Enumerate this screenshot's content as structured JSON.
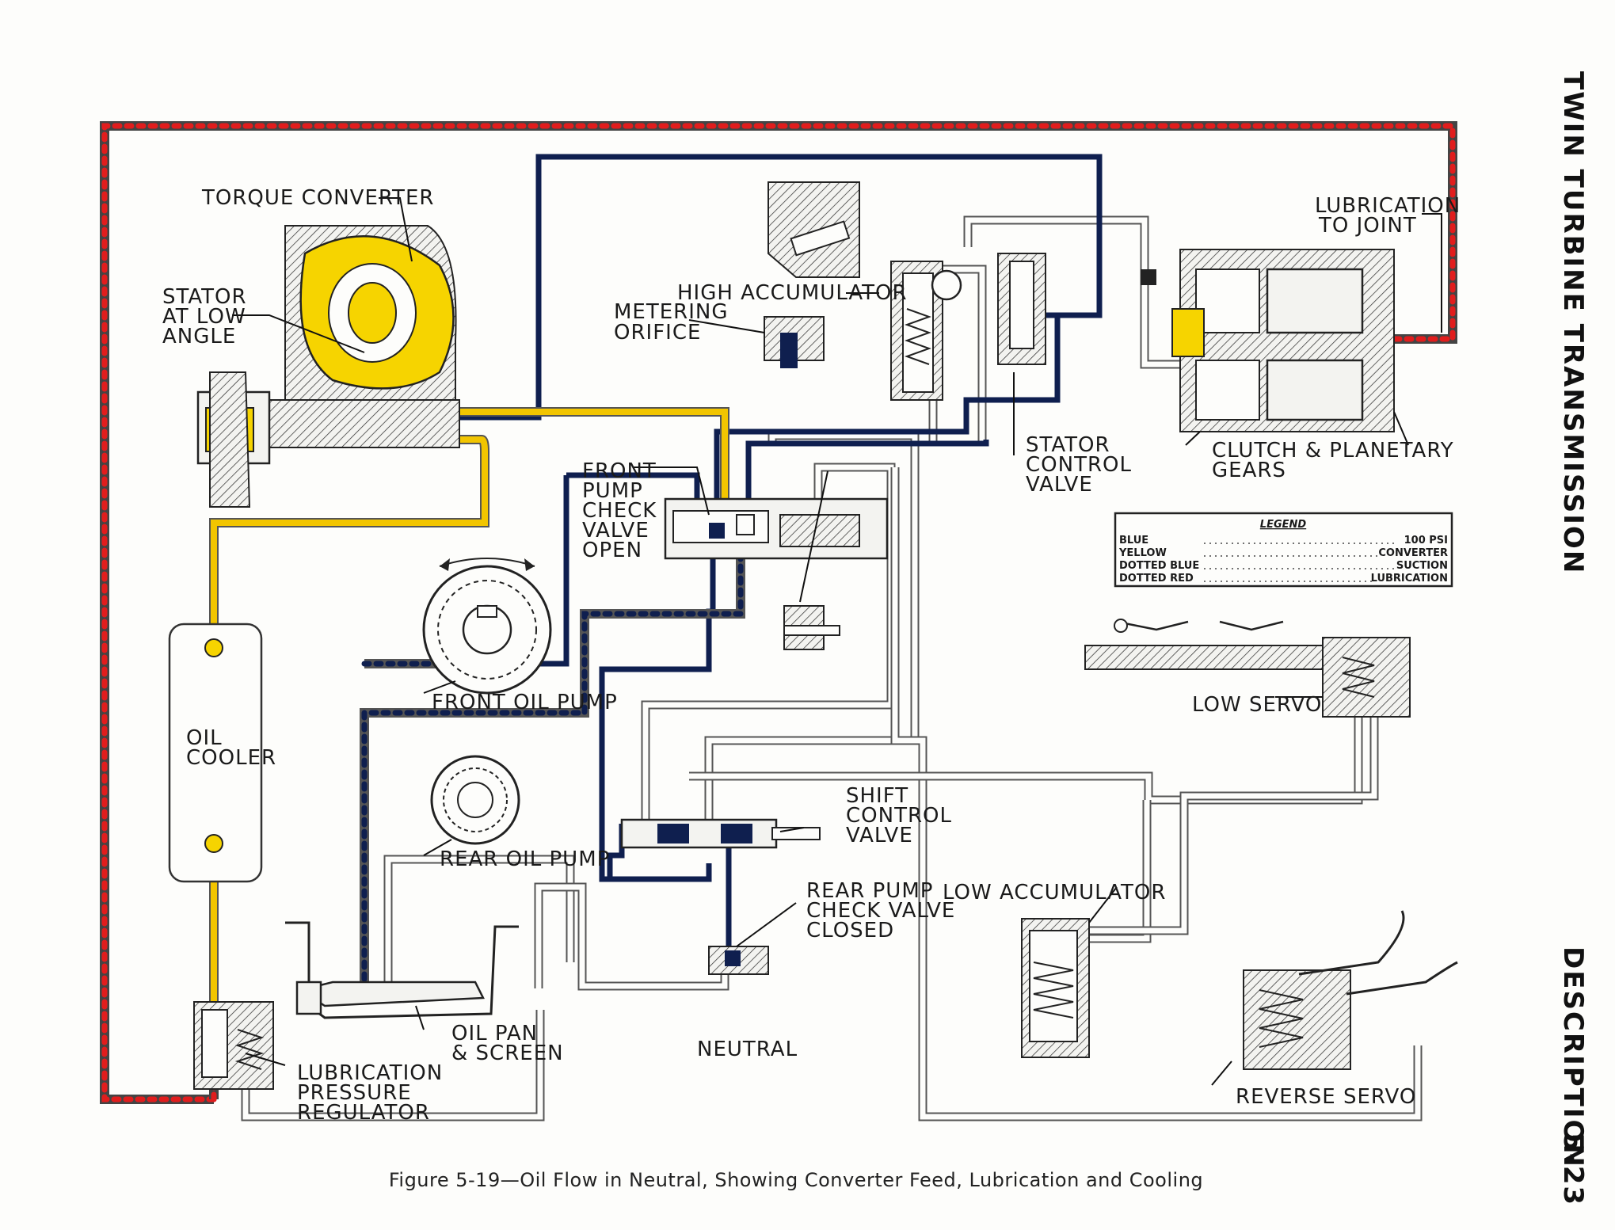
{
  "side_header": {
    "title": "TWIN TURBINE TRANSMISSION",
    "section": "DESCRIPTION",
    "page_number": "5-23"
  },
  "labels": {
    "torque_converter": "TORQUE CONVERTER",
    "stator_l1": "STATOR",
    "stator_l2": "AT LOW",
    "stator_l3": "ANGLE",
    "high_accumulator": "HIGH ACCUMULATOR",
    "metering_l1": "METERING",
    "metering_l2": "ORIFICE",
    "lubrication_joint_l1": "LUBRICATION",
    "lubrication_joint_l2": "TO JOINT",
    "stator_control_l1": "STATOR",
    "stator_control_l2": "CONTROL",
    "stator_control_l3": "VALVE",
    "clutch_l1": "CLUTCH & PLANETARY",
    "clutch_l2": "GEARS",
    "front_check_l1": "FRONT",
    "front_check_l2": "PUMP",
    "front_check_l3": "CHECK",
    "front_check_l4": "VALVE",
    "front_check_l5": "OPEN",
    "front_oil_pump": "FRONT OIL PUMP",
    "oil_cooler_l1": "OIL",
    "oil_cooler_l2": "COOLER",
    "low_servo": "LOW SERVO",
    "shift_control_l1": "SHIFT",
    "shift_control_l2": "CONTROL",
    "shift_control_l3": "VALVE",
    "rear_oil_pump": "REAR OIL PUMP",
    "rear_check_l1": "REAR PUMP",
    "rear_check_l2": "CHECK VALVE",
    "rear_check_l3": "CLOSED",
    "low_accumulator": "LOW ACCUMULATOR",
    "oil_pan_l1": "OIL PAN",
    "oil_pan_l2": "& SCREEN",
    "neutral": "NEUTRAL",
    "lub_reg_l1": "LUBRICATION",
    "lub_reg_l2": "PRESSURE",
    "lub_reg_l3": "REGULATOR",
    "reverse_servo": "REVERSE SERVO"
  },
  "legend": {
    "title": "LEGEND",
    "rows": [
      {
        "key": "BLUE",
        "value": "100 PSI"
      },
      {
        "key": "YELLOW",
        "value": "CONVERTER"
      },
      {
        "key": "DOTTED BLUE",
        "value": "SUCTION"
      },
      {
        "key": "DOTTED RED",
        "value": "LUBRICATION"
      }
    ]
  },
  "caption": "Figure 5-19—Oil Flow in Neutral, Showing Converter Feed, Lubrication and Cooling",
  "colors": {
    "blue": "#0f1f4f",
    "yellow": "#f2c500",
    "red": "#e11d1d",
    "paper": "#fdfdfb"
  }
}
